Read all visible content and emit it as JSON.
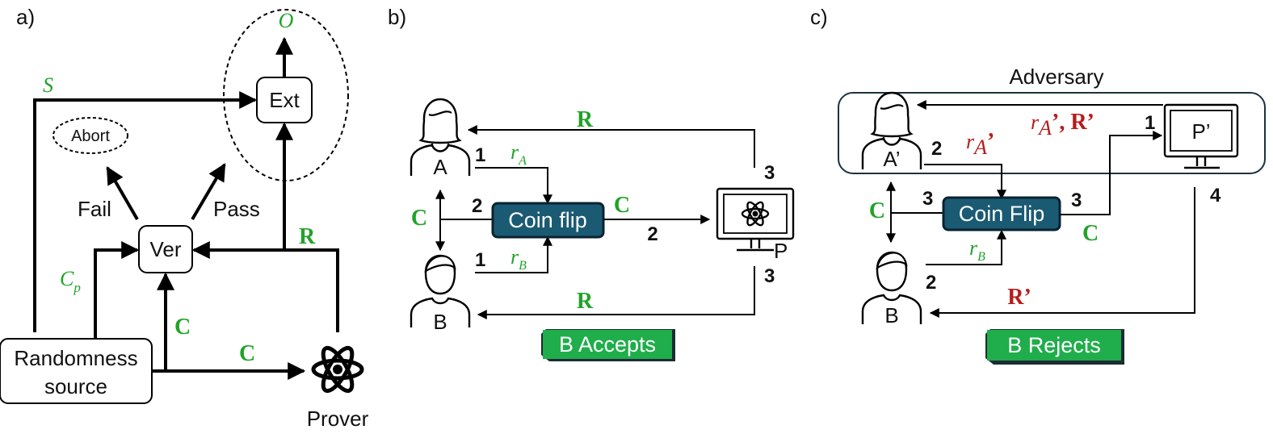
{
  "panel_a": {
    "label": "a)",
    "output": "O",
    "seed": "S",
    "ext": "Ext",
    "abort": "Abort",
    "fail": "Fail",
    "pass": "Pass",
    "ver": "Ver",
    "r": "R",
    "cp_main": "C",
    "cp_sub": "p",
    "c1": "C",
    "c2": "C",
    "randomness_line1": "Randomness",
    "randomness_line2": "source",
    "prover": "Prover"
  },
  "panel_b": {
    "label": "b)",
    "alice": "A",
    "bob": "B",
    "r_top": "R",
    "r_bottom": "R",
    "num_a": "1",
    "num_b": "1",
    "num_c_left": "2",
    "num_c_right": "2",
    "num_p_top": "3",
    "num_p_bottom": "3",
    "ra_main": "r",
    "ra_sub": "A",
    "rb_main": "r",
    "rb_sub": "B",
    "c_left": "C",
    "c_right": "C",
    "coin_flip": "Coin flip",
    "p_label": "P",
    "verdict": "B Accepts"
  },
  "panel_c": {
    "label": "c)",
    "adversary": "Adversary",
    "alice": "A’",
    "bob": "B",
    "prover": "P’",
    "num_p_top": "1",
    "num_a": "2",
    "num_b": "2",
    "num_c_left": "3",
    "num_c_right": "3",
    "num_p_bottom": "4",
    "ra_top_main": "r",
    "ra_top_sub": "A",
    "ra_top_rest": "’, R’",
    "ra_mid_main": "r",
    "ra_mid_sub": "A",
    "ra_mid_rest": "’",
    "rb_main": "r",
    "rb_sub": "B",
    "c_left": "C",
    "c_right": "C",
    "coin_flip": "Coin Flip",
    "r_bottom": "R’",
    "verdict": "B Rejects"
  }
}
